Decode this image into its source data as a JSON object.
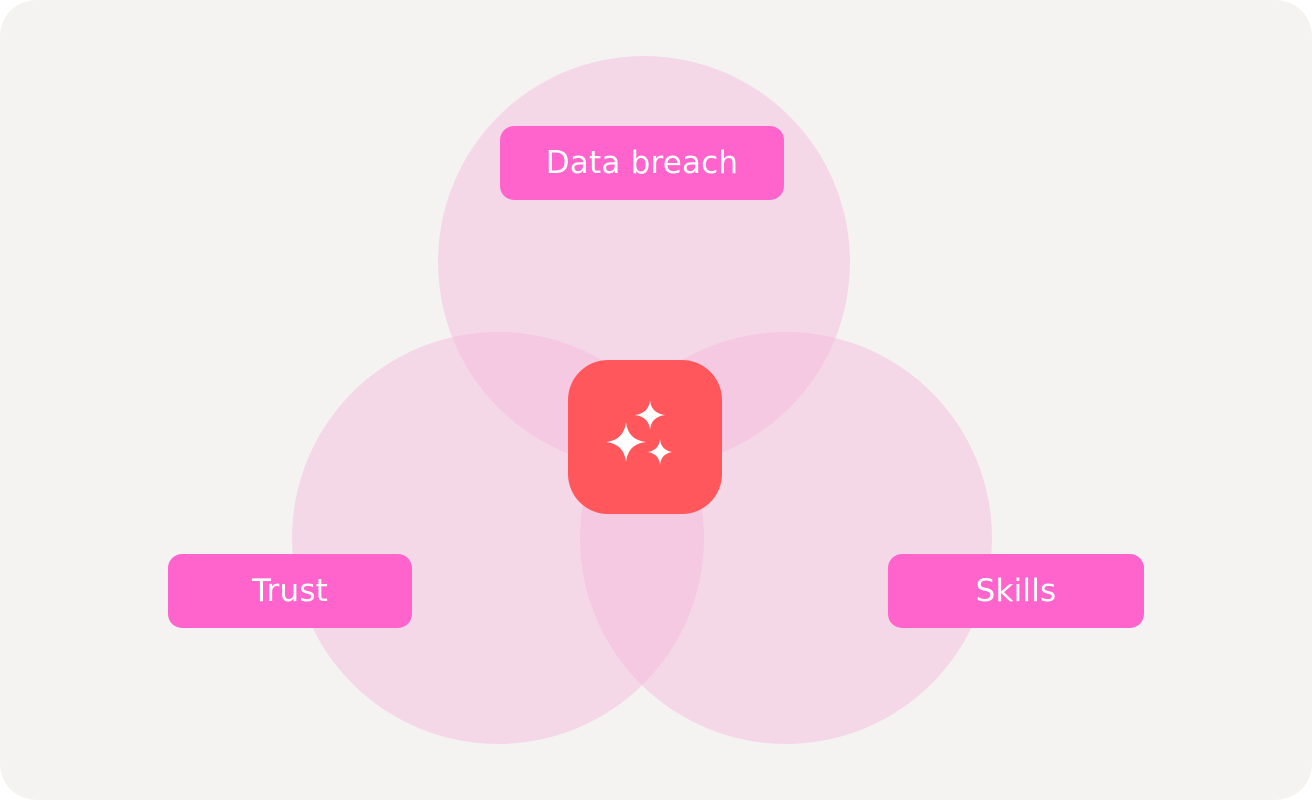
{
  "diagram": {
    "type": "venn",
    "sets": [
      {
        "id": "top",
        "label": "Data breach"
      },
      {
        "id": "left",
        "label": "Trust"
      },
      {
        "id": "right",
        "label": "Skills"
      }
    ],
    "center_icon": "sparkles-icon"
  },
  "colors": {
    "background": "#f5f3f2",
    "circle_fill": "#f4b7d9",
    "circle_opacity": 0.45,
    "tag_fill": "#ff64cd",
    "tag_text": "#ffffff",
    "center_fill": "#ff575b",
    "icon_color": "#ffffff"
  }
}
